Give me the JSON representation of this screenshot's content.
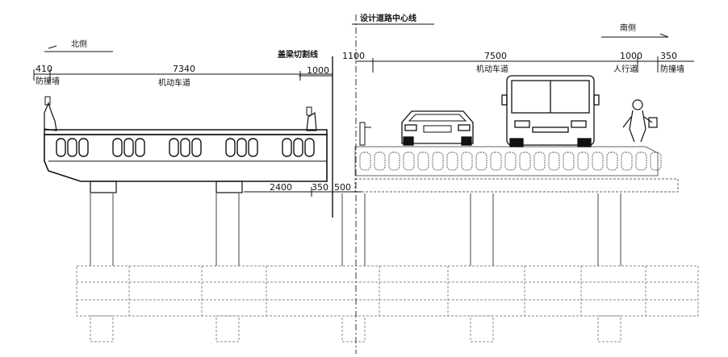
{
  "labels": {
    "centerline": "设计道路中心线",
    "north_side": "北侧",
    "south_side": "南侧",
    "cut_line": "盖梁切割线",
    "barrier_left": "防撞墙",
    "carriageway_left": "机动车道",
    "carriageway_right": "机动车道",
    "sidewalk": "人行道",
    "barrier_right": "防撞墙"
  },
  "dimensions": {
    "d410": "410",
    "d7340": "7340",
    "d1000_left": "1000",
    "d1100": "1100",
    "d7500": "7500",
    "d1000_right": "1000",
    "d350_top": "350",
    "d2400": "2400",
    "d350_bottom": "350",
    "d500": "500"
  },
  "colors": {
    "line": "#111111",
    "dashed": "#7a7a7a"
  }
}
